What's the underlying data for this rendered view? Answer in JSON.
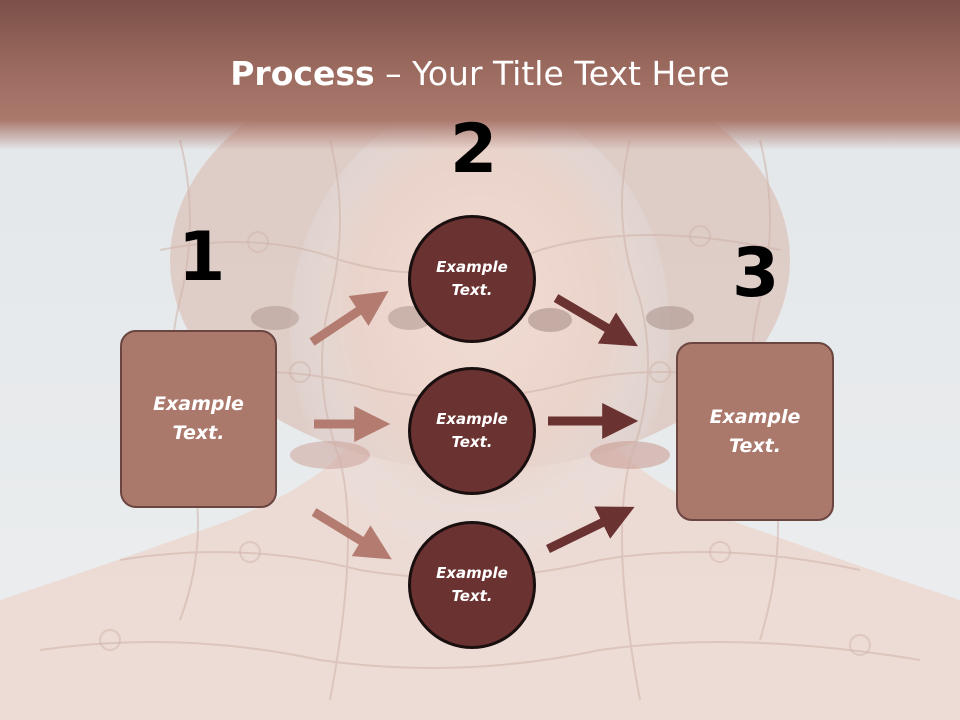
{
  "slide": {
    "title_bold": "Process",
    "title_rest": " – Your Title Text Here",
    "numbers": [
      "1",
      "2",
      "3"
    ],
    "left_box": "Example Text.",
    "circles": [
      "Example Text.",
      "Example Text.",
      "Example Text."
    ],
    "right_box": "Example Text."
  },
  "colors": {
    "accent_light": "#ab786c",
    "accent_dark": "#6b3232",
    "arrow_light": "#b47c70",
    "arrow_dark": "#6b3232"
  },
  "icons": {
    "background": "puzzle-face-photo"
  }
}
